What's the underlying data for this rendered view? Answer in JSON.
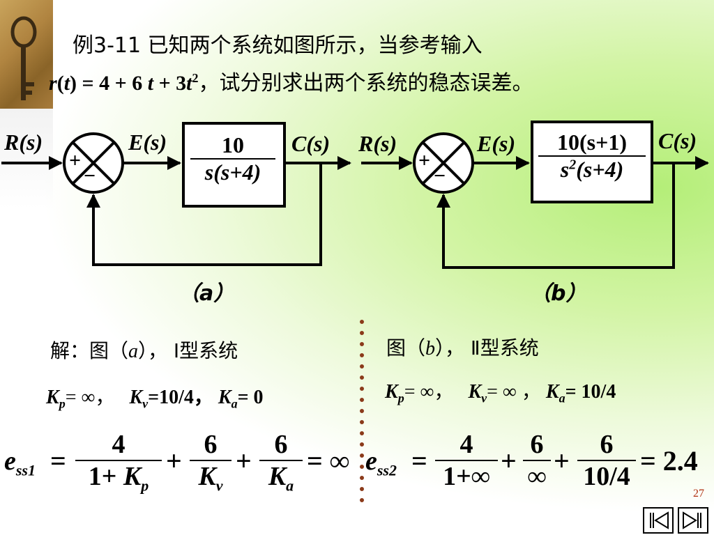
{
  "title": {
    "line1": "例3-11 已知两个系统如图所示，当参考输入",
    "r": "r",
    "t1": "t",
    "eq_pre": ") = 4 + 6 ",
    "t2": "t",
    "plus3": " + 3",
    "t3": "t",
    "sq": "2",
    "line2_tail": "，试分别求出两个系统的稳态误差。"
  },
  "diagram_a": {
    "input": "R(s)",
    "error": "E(s)",
    "output": "C(s)",
    "plus": "+",
    "minus": "−",
    "num": "10",
    "den": "s(s+4)",
    "caption": "（a）"
  },
  "diagram_b": {
    "input": "R(s)",
    "error": "E(s)",
    "output": "C(s)",
    "plus": "+",
    "minus": "−",
    "num": "10(s+1)",
    "den_base": "s",
    "den_exp": "2",
    "den_rest": "(s+4)",
    "caption": "（b）"
  },
  "solution_a": {
    "heading_pre": "解：图（",
    "heading_var": "a",
    "heading_post": "）， Ⅰ型系统",
    "kp": "= ∞，",
    "kv": "=10/4，",
    "ka": "= 0"
  },
  "solution_b": {
    "heading_pre": "图（",
    "heading_var": "b",
    "heading_post": "）， Ⅱ型系统",
    "kp": "= ∞，",
    "kv": "= ∞ ，",
    "ka": "= 10/4"
  },
  "formula_a": {
    "lhs_e": "e",
    "lhs_sub": "ss1",
    "eq": "=",
    "t1_num": "4",
    "t1_den_pre": "1+ ",
    "t1_den_k": "K",
    "t1_den_sub": "p",
    "t2_num": "6",
    "t2_den_k": "K",
    "t2_den_sub": "v",
    "t3_num": "6",
    "t3_den_k": "K",
    "t3_den_sub": "a",
    "plus": "+",
    "result": "= ∞"
  },
  "formula_b": {
    "lhs_e": "e",
    "lhs_sub": "ss2",
    "eq": "=",
    "t1_num": "4",
    "t1_den": "1+∞",
    "t2_num": "6",
    "t2_den": "∞",
    "t3_num": "6",
    "t3_den": "10/4",
    "plus": "+",
    "result": "= 2.4"
  },
  "k_symbols": {
    "kp": "K",
    "kp_sub": "p",
    "kv": "K",
    "kv_sub": "v",
    "ka": "K",
    "ka_sub": "a"
  },
  "page_number": "27",
  "colors": {
    "accent_green": "#b4ee78",
    "divider": "#8b3a1a",
    "page_number": "#b03010"
  }
}
